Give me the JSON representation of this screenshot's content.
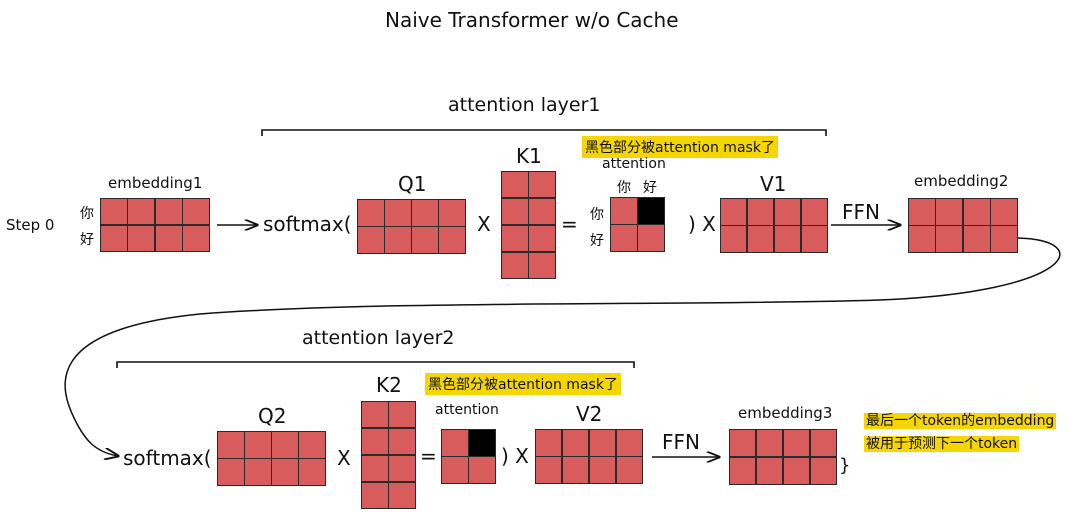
{
  "title": "Naive Transformer w/o Cache",
  "step_label": "Step 0",
  "layer1_label": "attention layer1",
  "layer2_label": "attention layer2",
  "mask_note_1": "黑色部分被attention mask了",
  "mask_note_2": "黑色部分被attention mask了",
  "tokens": {
    "ni": "你",
    "hao": "好"
  },
  "labels": {
    "embedding1": "embedding1",
    "embedding2": "embedding2",
    "embedding3": "embedding3",
    "q1": "Q1",
    "k1": "K1",
    "v1": "V1",
    "q2": "Q2",
    "k2": "K2",
    "v2": "V2",
    "attention": "attention",
    "softmax": "softmax(",
    "x": "X",
    "eq": "=",
    "close_x": ") X",
    "ffn": "FFN",
    "brace_close": "}"
  },
  "final_note": {
    "line1": "最后一个token的embedding",
    "line2": "被用于预测下一个token"
  },
  "colors": {
    "cell": "#d85c5c",
    "masked": "#000000",
    "highlight": "#f5d600"
  }
}
